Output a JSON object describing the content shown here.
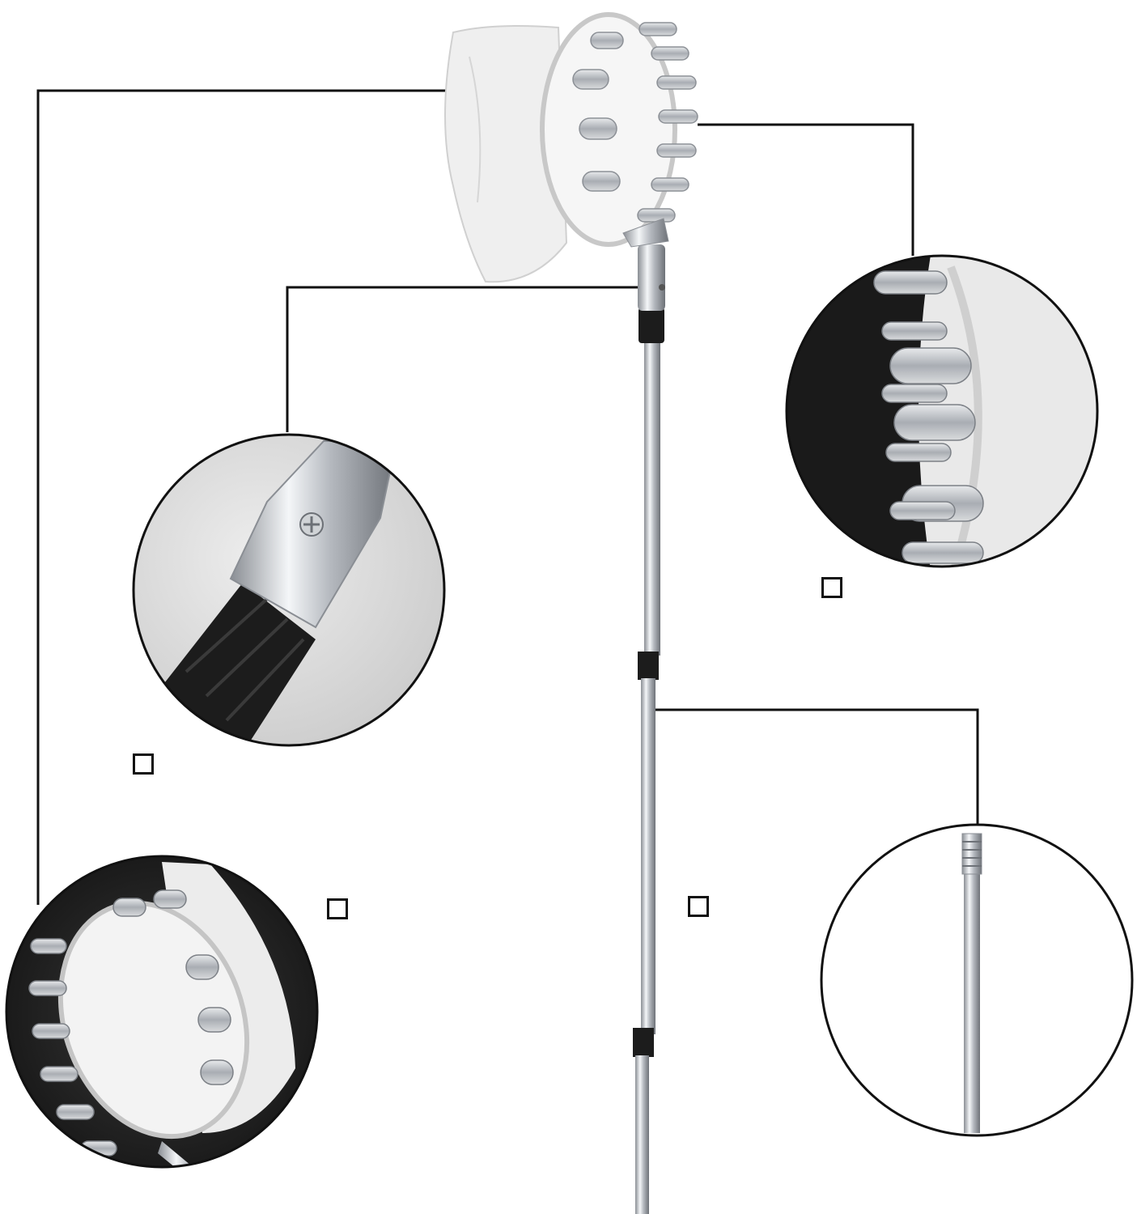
{
  "product": {
    "name_icon": "fruit-picker-icon",
    "parts": [
      "picker-basket",
      "basket-bag",
      "pole-joint",
      "telescopic-pole"
    ]
  },
  "callouts": [
    {
      "id": "basket-front",
      "marker_label": "",
      "icon": "basket-front-closeup-icon"
    },
    {
      "id": "joint-screw",
      "marker_label": "",
      "icon": "screw-joint-closeup-icon"
    },
    {
      "id": "basket-fingers",
      "marker_label": "",
      "icon": "basket-fingers-closeup-icon"
    },
    {
      "id": "pole-tip",
      "marker_label": "",
      "icon": "pole-tip-closeup-icon"
    }
  ],
  "colors": {
    "background": "#ffffff",
    "line": "#111111",
    "metal": "#b8bcc2",
    "fabric": "#eeeeee",
    "rubber": "#1c1c1c",
    "closeup_bg_dark": "#222222",
    "closeup_bg_light": "#e8e8e8"
  }
}
